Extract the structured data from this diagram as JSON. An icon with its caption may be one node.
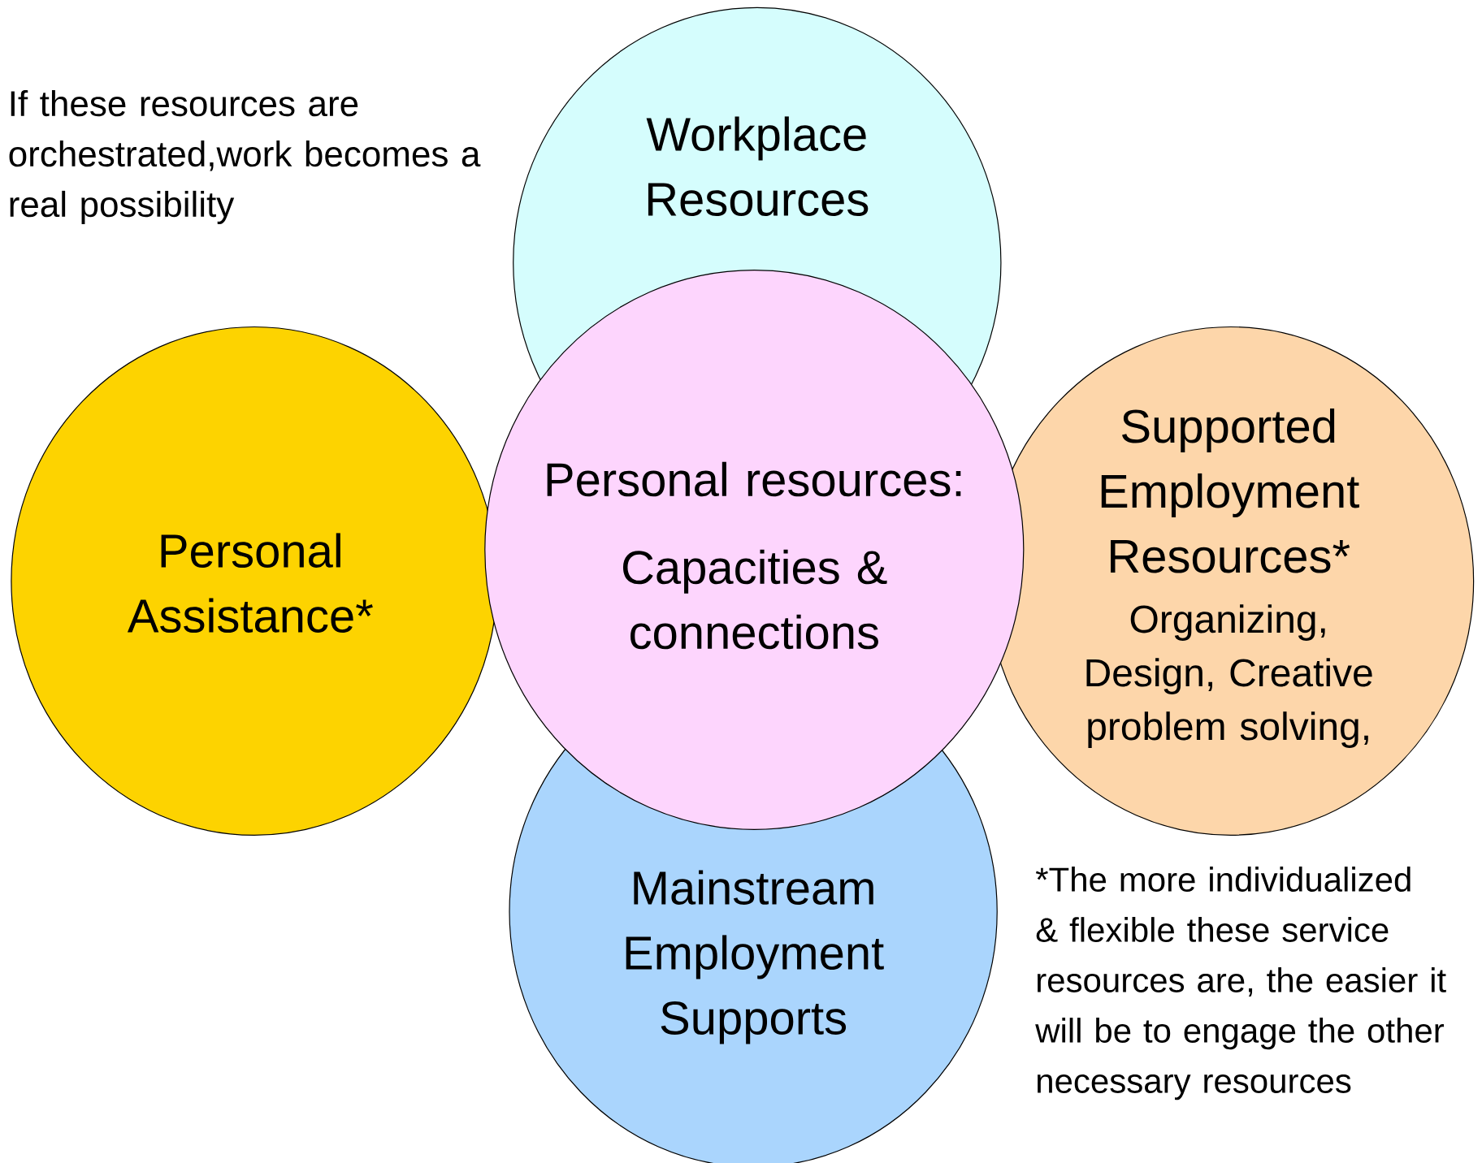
{
  "diagram": {
    "nodes": [
      {
        "text": [
          "Workplace Resources"
        ]
      },
      {
        "text": [
          "Personal Assistance*"
        ]
      },
      {
        "text": [
          "Personal resources:",
          "Capacities & connections"
        ]
      },
      {
        "text": [
          "Supported Employment Resources*",
          "Organizing, Design, Creative problem solving,"
        ]
      },
      {
        "text": [
          "Mainstream Employment Supports"
        ]
      }
    ],
    "labels": [
      "If these resources are orchestrated,work becomes a real possibility",
      "*The more individualized & flexible these service resources are, the easier it will be to engage the other necessary resources"
    ]
  }
}
